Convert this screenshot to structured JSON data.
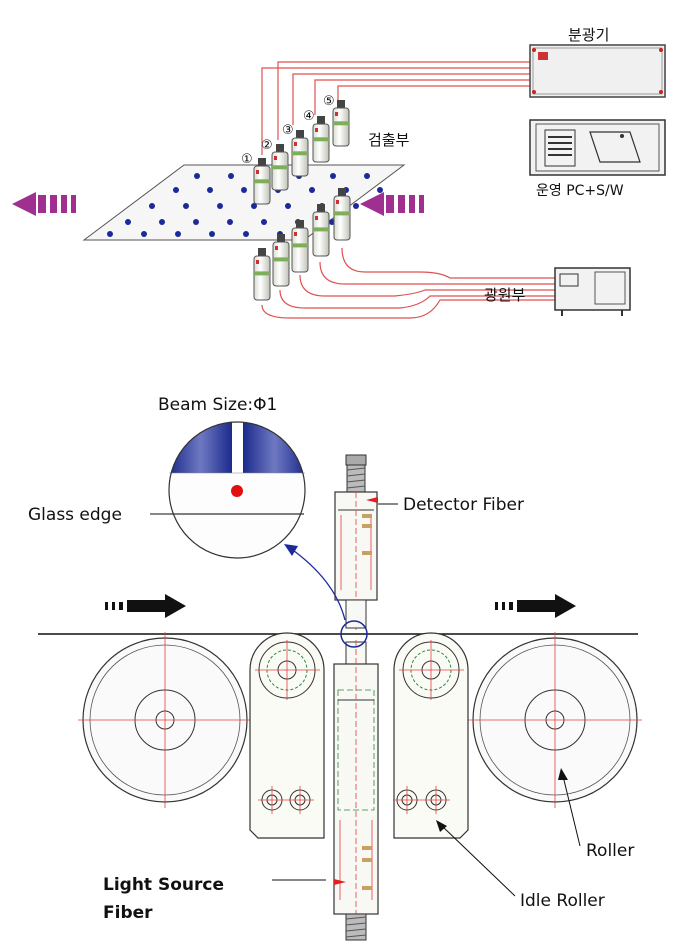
{
  "top_diagram": {
    "spectrometer_label": "분광기",
    "pc_label": "운영 PC+S/W",
    "detector_label": "검출부",
    "light_source_label": "광원부",
    "detector_numbers": [
      "①",
      "②",
      "③",
      "④",
      "⑤"
    ]
  },
  "bottom_diagram": {
    "beam_size_label": "Beam Size:Φ1",
    "glass_edge_label": "Glass edge",
    "detector_fiber_label": "Detector Fiber",
    "roller_label": "Roller",
    "idle_roller_label": "Idle Roller",
    "light_source_fiber_label_line1": "Light Source",
    "light_source_fiber_label_line2": "Fiber"
  },
  "colors": {
    "arrow_purple": "#a0308f",
    "fiber_red": "#e05050",
    "beam_blue": "#1c2a8c",
    "dot_blue": "#1a2a9a",
    "beam_dot_red": "#e01010"
  }
}
